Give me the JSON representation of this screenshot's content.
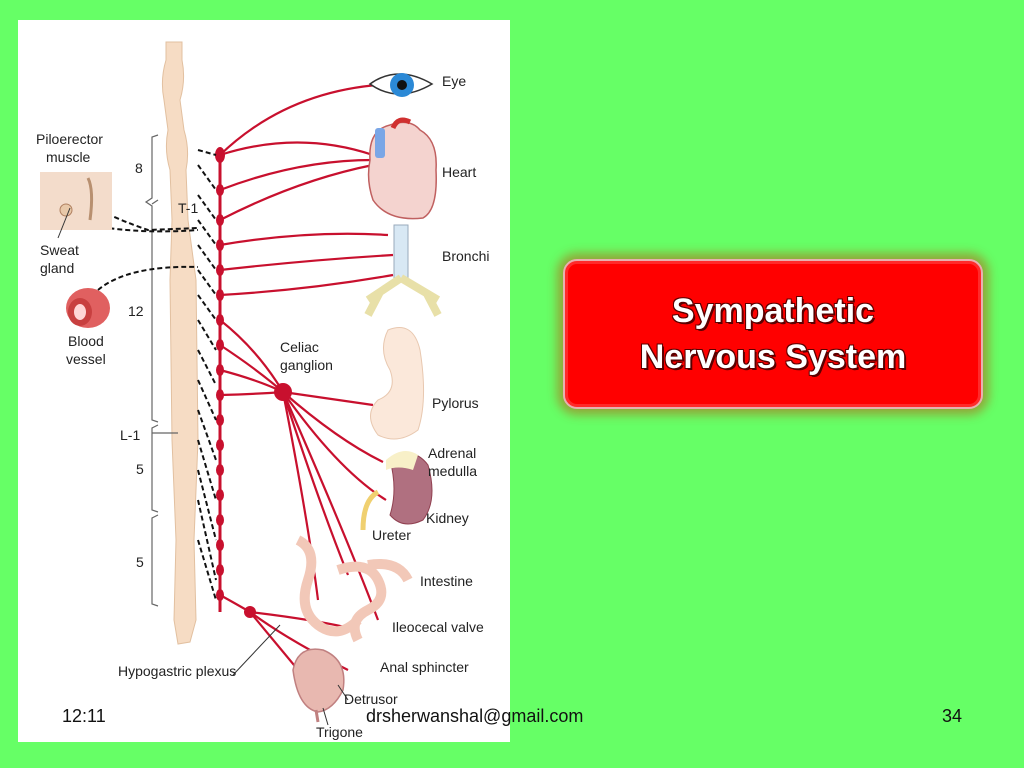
{
  "slide": {
    "title_line1": "Sympathetic",
    "title_line2": "Nervous System",
    "time": "12:11",
    "email": "drsherwanshal@gmail.com",
    "page_number": "34"
  },
  "diagram": {
    "labels": {
      "eye": "Eye",
      "heart": "Heart",
      "bronchi": "Bronchi",
      "piloerector_1": "Piloerector",
      "piloerector_2": "muscle",
      "sweat_1": "Sweat",
      "sweat_2": "gland",
      "blood_1": "Blood",
      "blood_2": "vessel",
      "celiac_1": "Celiac",
      "celiac_2": "ganglion",
      "pylorus": "Pylorus",
      "adrenal_1": "Adrenal",
      "adrenal_2": "medulla",
      "kidney": "Kidney",
      "ureter": "Ureter",
      "intestine": "Intestine",
      "ileocecal": "Ileocecal valve",
      "anal": "Anal sphincter",
      "hypogastric": "Hypogastric plexus",
      "detrusor": "Detrusor",
      "trigone": "Trigone",
      "seg_8": "8",
      "seg_t1": "T-1",
      "seg_12": "12",
      "seg_l1": "L-1",
      "seg_5a": "5",
      "seg_5b": "5"
    }
  },
  "colors": {
    "background": "#66ff66",
    "title_box": "#ff0000",
    "nerve": "#c8102e",
    "spine": "#f6dcc4"
  }
}
